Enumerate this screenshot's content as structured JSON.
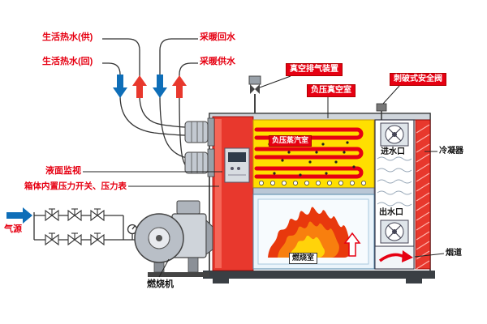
{
  "pipes": {
    "dhw_supply": "生活热水(供)",
    "dhw_return": "生活热水(回)",
    "heating_return": "采暖回水",
    "heating_supply": "采暖供水"
  },
  "top_labels": {
    "vacuum_exhaust": "真空排气装置",
    "vacuum_chamber": "负压真空室",
    "safety_valve": "刺破式安全阀"
  },
  "right_labels": {
    "water_inlet": "进水口",
    "condenser": "冷凝器",
    "water_outlet": "出水口",
    "flue": "烟道"
  },
  "left_labels": {
    "liquid_level": "液面监视",
    "pressure_switch": "箱体内置压力开关、压力表",
    "gas_source": "气源",
    "burner": "燃烧机"
  },
  "internal": {
    "steam_chamber": "负压蒸汽室",
    "combustion_chamber": "燃烧室"
  },
  "colors": {
    "primary_red": "#e8382d",
    "label_red": "#e60012",
    "flow_blue": "#0e6eb8",
    "steam_yellow": "#ffdf00",
    "flame_orange": "#f87f0e",
    "flame_yellow": "#ffd30a"
  }
}
